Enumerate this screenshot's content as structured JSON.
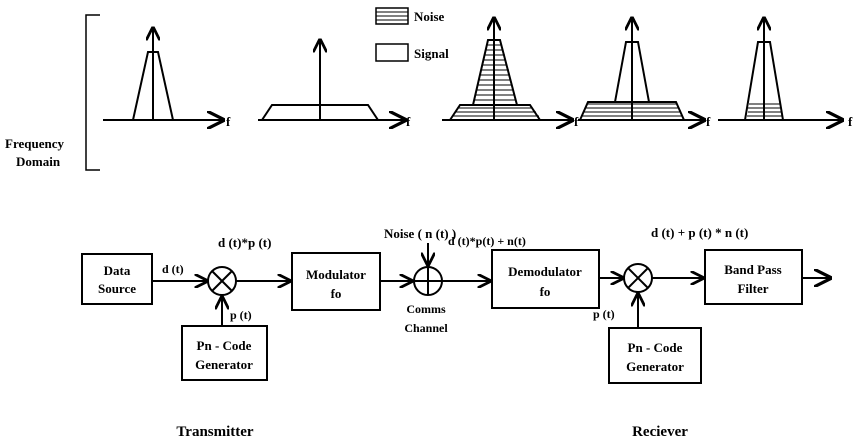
{
  "legend": {
    "noise_label": "Noise",
    "signal_label": "Signal"
  },
  "frequency_domain": {
    "label_line1": "Frequency",
    "label_line2": "Domain",
    "axis_label": "f"
  },
  "blocks": {
    "data_source": [
      "Data",
      "Source"
    ],
    "pn_gen_tx": [
      "Pn - Code",
      "Generator"
    ],
    "modulator": [
      "Modulator",
      "fo"
    ],
    "demodulator": [
      "Demodulator",
      "fo"
    ],
    "pn_gen_rx": [
      "Pn - Code",
      "Generator"
    ],
    "bandpass": [
      "Band Pass",
      "Filter"
    ]
  },
  "signals": {
    "d_t": "d (t)",
    "p_t_tx": "p (t)",
    "dp": "d (t)*p (t)",
    "noise": "Noise ( n (t) )",
    "channel_out": "d (t)*p(t) + n(t)",
    "p_t_rx": "p (t)",
    "rx_out": "d (t) + p (t) * n (t)"
  },
  "channel_label": [
    "Comms",
    "Channel"
  ],
  "sections": {
    "transmitter": "Transmitter",
    "receiver": "Reciever"
  }
}
